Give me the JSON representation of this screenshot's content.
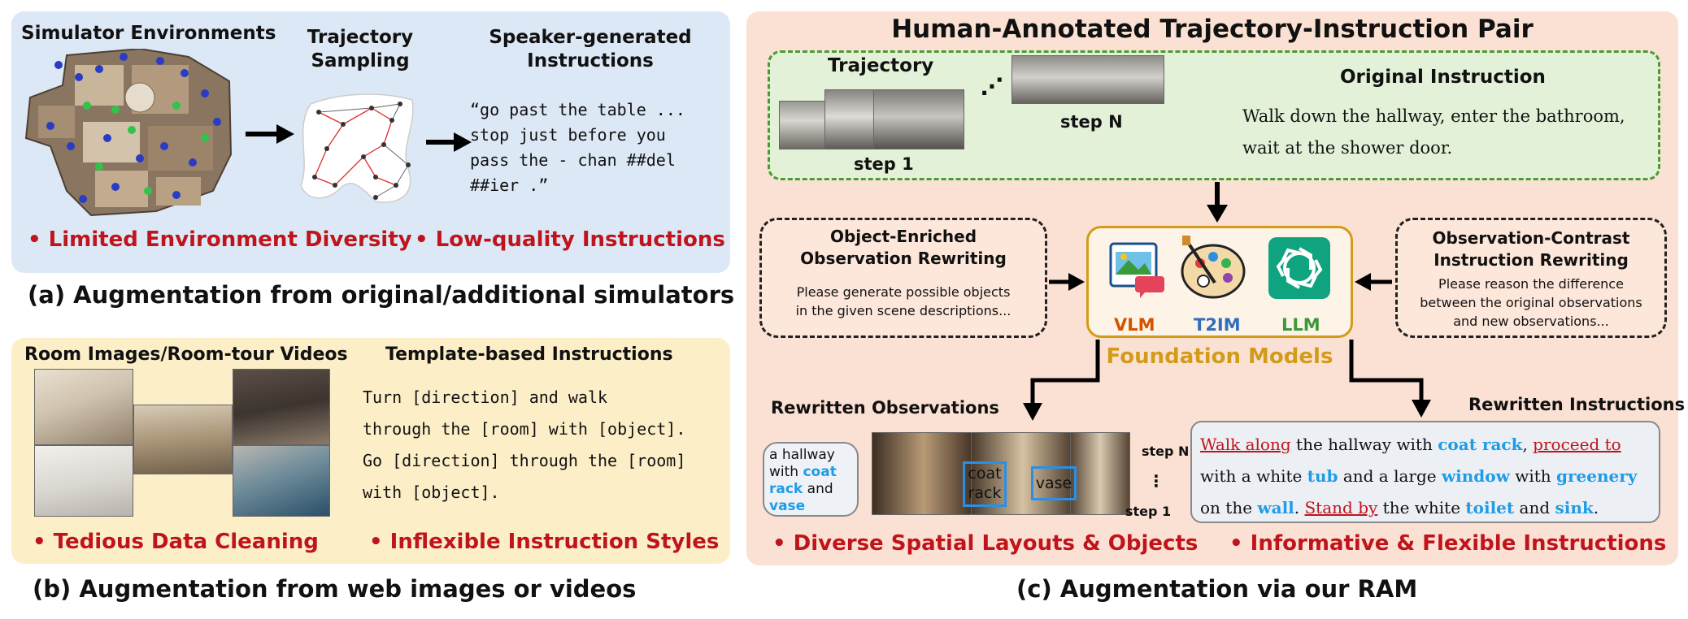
{
  "panel_a": {
    "env_title": "Simulator Environments",
    "traj_title": "Trajectory\nSampling",
    "speaker_title": "Speaker-generated\nInstructions",
    "speaker_text": "“go past the table ...\nstop just before you\npass the - chan ##del\n##ier .”",
    "issue1": "• Limited Environment Diversity",
    "issue2": "• Low-quality Instructions",
    "caption": "(a) Augmentation from original/additional simulators"
  },
  "panel_b": {
    "images_title": "Room Images/Room-tour Videos",
    "template_title": "Template-based Instructions",
    "template_text": "Turn [direction] and walk\nthrough the [room] with [object].\nGo [direction] through the [room]\nwith [object].",
    "issue1": "• Tedious Data Cleaning",
    "issue2": "• Inflexible Instruction Styles",
    "caption": "(b) Augmentation from web images or videos"
  },
  "panel_c": {
    "title": "Human-Annotated Trajectory-Instruction Pair",
    "trajectory_label": "Trajectory",
    "ellipsis": "⋰",
    "step1": "step 1",
    "stepN": "step N",
    "orig_title": "Original Instruction",
    "orig_text": "Walk down the hallway, enter the bathroom,\nwait at the shower door.",
    "obj_box_title": "Object-Enriched\nObservation Rewriting",
    "obj_box_text": "Please generate possible objects\nin the given scene descriptions...",
    "obs_box_title": "Observation-Contrast\nInstruction Rewriting",
    "obs_box_text": "Please reason the difference\nbetween the original observations\nand new observations...",
    "vlm": "VLM",
    "t2im": "T2IM",
    "llm": "LLM",
    "foundation": "Foundation Models",
    "rew_obs_title": "Rewritten Observations",
    "rew_inst_title": "Rewritten Instructions",
    "bubble": {
      "t1": "a hallway",
      "t2": "with ",
      "coat": "coat",
      "rack": "rack",
      "and": " and",
      "vase": "vase"
    },
    "box_coat": "coat\nrack",
    "box_vase": "vase",
    "obs_stepN": "step N",
    "obs_dots": "⋮",
    "obs_step1": "step 1",
    "rew_inst": {
      "p1": "Walk along",
      "p2": " the hallway with ",
      "p3": "coat rack",
      "p4": ", ",
      "p5": "proceed to",
      "p6": "with a white ",
      "p7": "tub",
      "p8": " and a large ",
      "p9": "window",
      "p10": " with ",
      "p11": "greenery",
      "p12": "on the ",
      "p13": "wall",
      "p14": ". ",
      "p15": "Stand by",
      "p16": " the white ",
      "p17": "toilet",
      "p18": " and ",
      "p19": "sink",
      "p20": "."
    },
    "benefit1": "• Diverse Spatial Layouts & Objects",
    "benefit2": "• Informative & Flexible Instructions",
    "caption": "(c) Augmentation via our RAM"
  },
  "colors": {
    "panel_a_bg": "#dce8f5",
    "panel_b_bg": "#fcefc8",
    "panel_c_bg": "#fbe1d3",
    "green_box": "#e3f1d8",
    "red_text": "#c0141c",
    "blue_text": "#1e9ce8",
    "gold": "#d39b1a"
  }
}
